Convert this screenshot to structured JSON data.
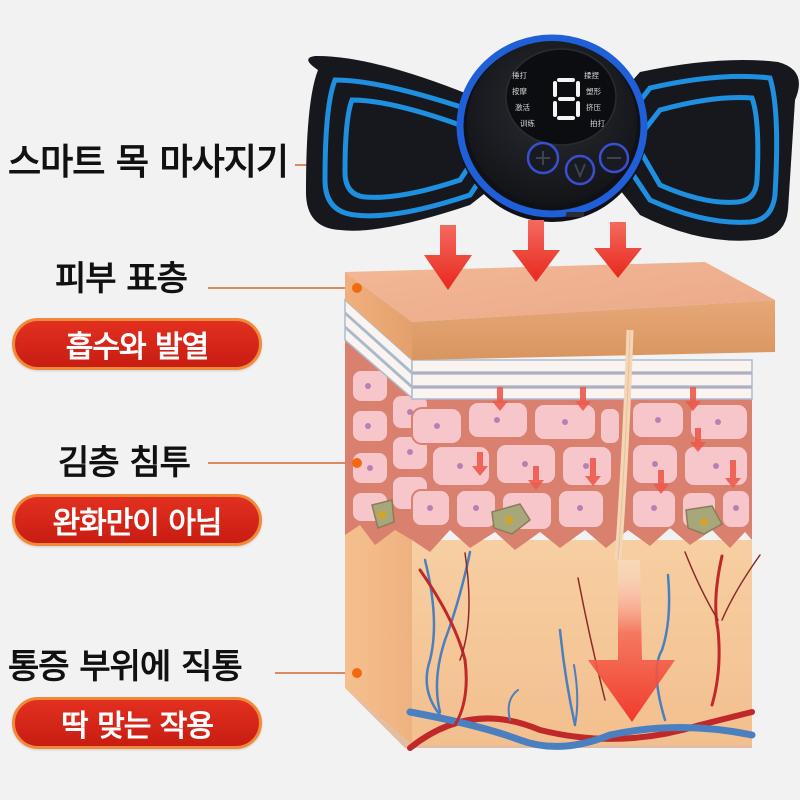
{
  "labels": {
    "product_title": "스마트 목 마사지기",
    "epidermis": "피부 표층",
    "deep_layer": "김층 침투",
    "pain_area": "통증 부위에 직통"
  },
  "badges": {
    "absorb_heat": "흡수와 발열",
    "not_only_relief": "완화만이 아님",
    "perfect_fit": "딱 맞는 작용"
  },
  "device": {
    "display_digit": "8",
    "modes_left": [
      "捶打",
      "按摩",
      "激活",
      "训练"
    ],
    "modes_right": [
      "揉捏",
      "塑形",
      "挤压",
      "拍打"
    ],
    "buttons": [
      {
        "name": "plus",
        "glyph": "+"
      },
      {
        "name": "mode",
        "glyph": "V"
      },
      {
        "name": "minus",
        "glyph": "−"
      }
    ]
  },
  "colors": {
    "background": "#f2f2f2",
    "badge_red": "#d3241a",
    "badge_border": "#f08a3a",
    "leader_line": "#d98a62",
    "leader_dot": "#f26a10",
    "pad_black": "#16181d",
    "pad_blue": "#1f8fe0",
    "arrow_red": "#ef3b2f",
    "skin_top": "#f0b48e",
    "dermis": "#f5c596",
    "cells": "#f6c0c6",
    "artery": "#c0282a",
    "vein": "#4a7fc0"
  }
}
